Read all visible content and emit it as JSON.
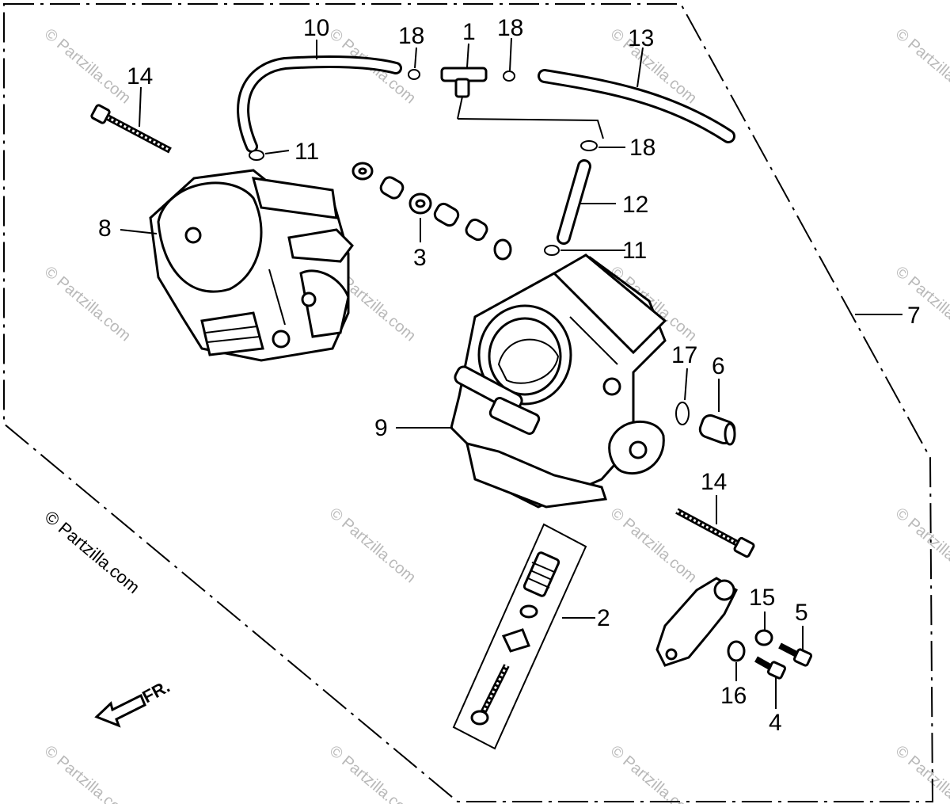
{
  "diagram": {
    "callouts": {
      "c1": "1",
      "c2": "2",
      "c3": "3",
      "c4": "4",
      "c5": "5",
      "c6": "6",
      "c7": "7",
      "c8": "8",
      "c9": "9",
      "c10": "10",
      "c11a": "11",
      "c11b": "11",
      "c12": "12",
      "c13": "13",
      "c14a": "14",
      "c14b": "14",
      "c15": "15",
      "c16": "16",
      "c17": "17",
      "c18a": "18",
      "c18b": "18",
      "c18c": "18"
    },
    "front_arrow_label": "FR.",
    "watermark_text": "© Partzilla.com",
    "colors": {
      "line": "#000000",
      "watermark": "#b9b9b9",
      "background": "#ffffff"
    }
  }
}
